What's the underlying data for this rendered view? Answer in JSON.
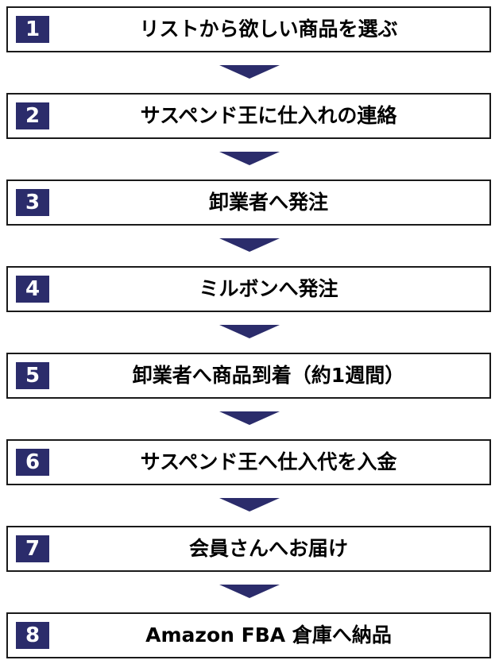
{
  "colors": {
    "accent": "#2b2c6b",
    "border": "#1a1a1a",
    "background": "#ffffff",
    "text": "#000000"
  },
  "icons": {
    "connector": "down-triangle-arrow-icon"
  },
  "steps": [
    {
      "number": "1",
      "label": "リストから欲しい商品を選ぶ"
    },
    {
      "number": "2",
      "label": "サスペンド王に仕入れの連絡"
    },
    {
      "number": "3",
      "label": "卸業者へ発注"
    },
    {
      "number": "4",
      "label": "ミルボンへ発注"
    },
    {
      "number": "5",
      "label": "卸業者へ商品到着（約1週間）"
    },
    {
      "number": "6",
      "label": "サスペンド王へ仕入代を入金"
    },
    {
      "number": "7",
      "label": "会員さんへお届け"
    },
    {
      "number": "8",
      "label": "Amazon FBA 倉庫へ納品"
    }
  ]
}
